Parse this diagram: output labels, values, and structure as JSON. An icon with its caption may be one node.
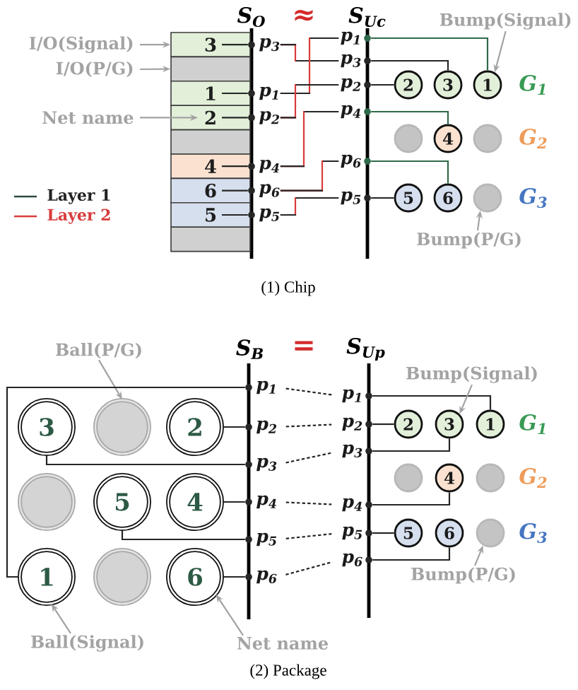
{
  "diagram": {
    "nodes": [
      {
        "text": [
          "I/O(Signal)"
        ]
      },
      {
        "text": [
          "I/O(P/G)"
        ]
      },
      {
        "text": [
          "Net name"
        ]
      },
      {
        "text": [
          "3"
        ]
      },
      {
        "text": [],
        "shape": "box"
      },
      {
        "text": [
          "1"
        ]
      },
      {
        "text": [
          "2"
        ]
      },
      {
        "text": [],
        "shape": "box"
      },
      {
        "text": [
          "4"
        ]
      },
      {
        "text": [
          "6"
        ]
      },
      {
        "text": [
          "5"
        ]
      },
      {
        "text": [],
        "shape": "box"
      },
      {
        "text": [
          "p$_{3}$"
        ]
      },
      {
        "text": [
          "p$_{1}$"
        ]
      },
      {
        "text": [
          "p$_{2}$"
        ]
      },
      {
        "text": [
          "p$_{4}$"
        ]
      },
      {
        "text": [
          "p$_{6}$"
        ]
      },
      {
        "text": [
          "p$_{5}$"
        ]
      },
      {
        "text": [
          "p$_{1}$"
        ]
      },
      {
        "text": [
          "p$_{3}$"
        ]
      },
      {
        "text": [
          "p$_{2}$"
        ]
      },
      {
        "text": [
          "p$_{4}$"
        ]
      },
      {
        "text": [
          "p$_{6}$"
        ]
      },
      {
        "text": [
          "p$_{5}$"
        ]
      },
      {
        "text": [
          "Bump(Signal)"
        ]
      },
      {
        "text": [
          "2"
        ]
      },
      {
        "text": [
          "3"
        ]
      },
      {
        "text": [
          "1"
        ]
      },
      {
        "text": [],
        "shape": "circle"
      },
      {
        "text": [
          "4"
        ]
      },
      {
        "text": [],
        "shape": "circle"
      },
      {
        "text": [
          "5"
        ]
      },
      {
        "text": [
          "6"
        ]
      },
      {
        "text": [],
        "shape": "circle"
      },
      {
        "text": [
          "Bump(P/G)"
        ]
      },
      {
        "text": [
          "Ball(P/G)"
        ]
      },
      {
        "text": [
          "3"
        ]
      },
      {
        "text": [],
        "shape": "circle"
      },
      {
        "text": [
          "2"
        ]
      },
      {
        "text": [],
        "shape": "circle"
      },
      {
        "text": [
          "5"
        ]
      },
      {
        "text": [
          "4"
        ]
      },
      {
        "text": [
          "1"
        ]
      },
      {
        "text": [],
        "shape": "circle"
      },
      {
        "text": [
          "6"
        ]
      },
      {
        "text": [
          "p$_{1}$"
        ]
      },
      {
        "text": [
          "p$_{2}$"
        ]
      },
      {
        "text": [
          "p$_{3}$"
        ]
      },
      {
        "text": [
          "p$_{4}$"
        ]
      },
      {
        "text": [
          "p$_{5}$"
        ]
      },
      {
        "text": [
          "p$_{6}$"
        ]
      },
      {
        "text": [
          "p$_{1}$"
        ]
      },
      {
        "text": [
          "p$_{2}$"
        ]
      },
      {
        "text": [
          "p$_{3}$"
        ]
      },
      {
        "text": [
          "p$_{4}$"
        ]
      },
      {
        "text": [
          "p$_{5}$"
        ]
      },
      {
        "text": [
          "p$_{6}$"
        ]
      },
      {
        "text": [
          "Bump(Signal)"
        ]
      },
      {
        "text": [
          "2"
        ]
      },
      {
        "text": [
          "3"
        ]
      },
      {
        "text": [
          "1"
        ]
      },
      {
        "text": [],
        "shape": "circle"
      },
      {
        "text": [
          "4"
        ]
      },
      {
        "text": [],
        "shape": "circle"
      },
      {
        "text": [
          "5"
        ]
      },
      {
        "text": [
          "6"
        ]
      },
      {
        "text": [],
        "shape": "circle"
      },
      {
        "text": [
          "Bump(P/G)"
        ]
      },
      {
        "text": [
          "Ball(Signal)"
        ]
      },
      {
        "text": [
          "Net name"
        ]
      },
      {
        "text": [],
        "shape": "circle"
      },
      {
        "text": [],
        "shape": "circle"
      },
      {
        "text": [],
        "shape": "circle"
      },
      {
        "text": [],
        "shape": "circle"
      },
      {
        "text": [],
        "shape": "circle"
      },
      {
        "text": [],
        "shape": "circle"
      },
      {
        "text": [],
        "shape": "circle"
      },
      {
        "text": [],
        "shape": "circle"
      },
      {
        "text": [],
        "shape": "circle"
      },
      {
        "text": [],
        "shape": "circle"
      },
      {
        "text": [],
        "shape": "circle"
      },
      {
        "text": [],
        "shape": "circle"
      },
      {
        "text": [],
        "shape": "circle"
      },
      {
        "text": [],
        "shape": "circle"
      },
      {
        "text": [],
        "shape": "circle"
      },
      {
        "text": [],
        "shape": "circle"
      },
      {
        "text": [],
        "shape": "circle"
      },
      {
        "text": [],
        "shape": "circle"
      },
      {
        "text": [],
        "shape": "circle"
      },
      {
        "text": [],
        "shape": "circle"
      },
      {
        "text": [],
        "shape": "circle"
      },
      {
        "text": [],
        "shape": "circle"
      },
      {
        "text": [],
        "shape": "circle"
      },
      {
        "text": [],
        "shape": "circle"
      }
    ],
    "edges": [
      {
        "from": 0,
        "to": 3,
        "arrow": "to",
        "color": "#a3a3a3"
      },
      {
        "from": 1,
        "to": 4,
        "arrow": "to",
        "color": "#a3a3a3"
      },
      {
        "from": 2,
        "to": 6,
        "arrow": "to",
        "color": "#a3a3a3"
      },
      {
        "from": 70,
        "to": 3,
        "arrow": "none"
      },
      {
        "from": 71,
        "to": 5,
        "arrow": "none"
      },
      {
        "from": 72,
        "to": 6,
        "arrow": "none"
      },
      {
        "from": 73,
        "to": 8,
        "arrow": "none"
      },
      {
        "from": 74,
        "to": 9,
        "arrow": "none"
      },
      {
        "from": 75,
        "to": 10,
        "arrow": "none"
      },
      {
        "from": 12,
        "to": 19,
        "arrow": "none",
        "color": "#d83c3c"
      },
      {
        "from": 13,
        "to": 18,
        "arrow": "none",
        "color": "#d83c3c"
      },
      {
        "from": 14,
        "to": 20,
        "arrow": "none",
        "color": "#d83c3c"
      },
      {
        "from": 15,
        "to": 21,
        "arrow": "none",
        "color": "#d83c3c"
      },
      {
        "from": 16,
        "to": 22,
        "arrow": "none",
        "color": "#d83c3c"
      },
      {
        "from": 17,
        "to": 23,
        "arrow": "none",
        "color": "#d83c3c"
      },
      {
        "from": 76,
        "to": 27,
        "arrow": "none",
        "color": "#2f6a4a"
      },
      {
        "from": 77,
        "to": 26,
        "arrow": "none"
      },
      {
        "from": 78,
        "to": 25,
        "arrow": "none"
      },
      {
        "from": 79,
        "to": 29,
        "arrow": "none",
        "color": "#2f6a4a"
      },
      {
        "from": 80,
        "to": 32,
        "arrow": "none",
        "color": "#2f6a4a"
      },
      {
        "from": 81,
        "to": 31,
        "arrow": "none"
      },
      {
        "from": 24,
        "to": 27,
        "arrow": "to",
        "color": "#a3a3a3"
      },
      {
        "from": 34,
        "to": 33,
        "arrow": "to",
        "color": "#a3a3a3"
      },
      {
        "from": 35,
        "to": 37,
        "arrow": "to",
        "color": "#a3a3a3"
      },
      {
        "from": 82,
        "to": 42,
        "arrow": "none"
      },
      {
        "from": 83,
        "to": 38,
        "arrow": "none"
      },
      {
        "from": 84,
        "to": 36,
        "arrow": "none"
      },
      {
        "from": 85,
        "to": 41,
        "arrow": "none"
      },
      {
        "from": 86,
        "to": 40,
        "arrow": "none"
      },
      {
        "from": 87,
        "to": 44,
        "arrow": "none"
      },
      {
        "from": 45,
        "to": 51,
        "arrow": "none",
        "style": "dashed"
      },
      {
        "from": 46,
        "to": 52,
        "arrow": "none",
        "style": "dashed"
      },
      {
        "from": 47,
        "to": 53,
        "arrow": "none",
        "style": "dashed"
      },
      {
        "from": 48,
        "to": 54,
        "arrow": "none",
        "style": "dashed"
      },
      {
        "from": 49,
        "to": 55,
        "arrow": "none",
        "style": "dashed"
      },
      {
        "from": 50,
        "to": 56,
        "arrow": "none",
        "style": "dashed"
      },
      {
        "from": 88,
        "to": 60,
        "arrow": "none"
      },
      {
        "from": 89,
        "to": 58,
        "arrow": "none"
      },
      {
        "from": 90,
        "to": 59,
        "arrow": "none"
      },
      {
        "from": 91,
        "to": 62,
        "arrow": "none"
      },
      {
        "from": 92,
        "to": 64,
        "arrow": "none"
      },
      {
        "from": 93,
        "to": 65,
        "arrow": "none"
      },
      {
        "from": 57,
        "to": 59,
        "arrow": "to",
        "color": "#a3a3a3"
      },
      {
        "from": 67,
        "to": 66,
        "arrow": "to",
        "color": "#a3a3a3"
      },
      {
        "from": 68,
        "to": 42,
        "arrow": "to",
        "color": "#a3a3a3"
      },
      {
        "from": 69,
        "to": 44,
        "arrow": "to",
        "color": "#a3a3a3"
      }
    ],
    "labels": [
      "S$_{O}$",
      "≈",
      "S$_{Uc}$",
      "G$_{1}$",
      "G$_{2}$",
      "G$_{3}$",
      "(1) Chip",
      "S$_{B}$",
      "=",
      "S$_{Up}$",
      "G$_{1}$",
      "G$_{2}$",
      "G$_{3}$",
      "(2) Package"
    ],
    "legend": [
      {
        "text": "Layer 1"
      },
      {
        "text": "Layer 2"
      }
    ]
  }
}
